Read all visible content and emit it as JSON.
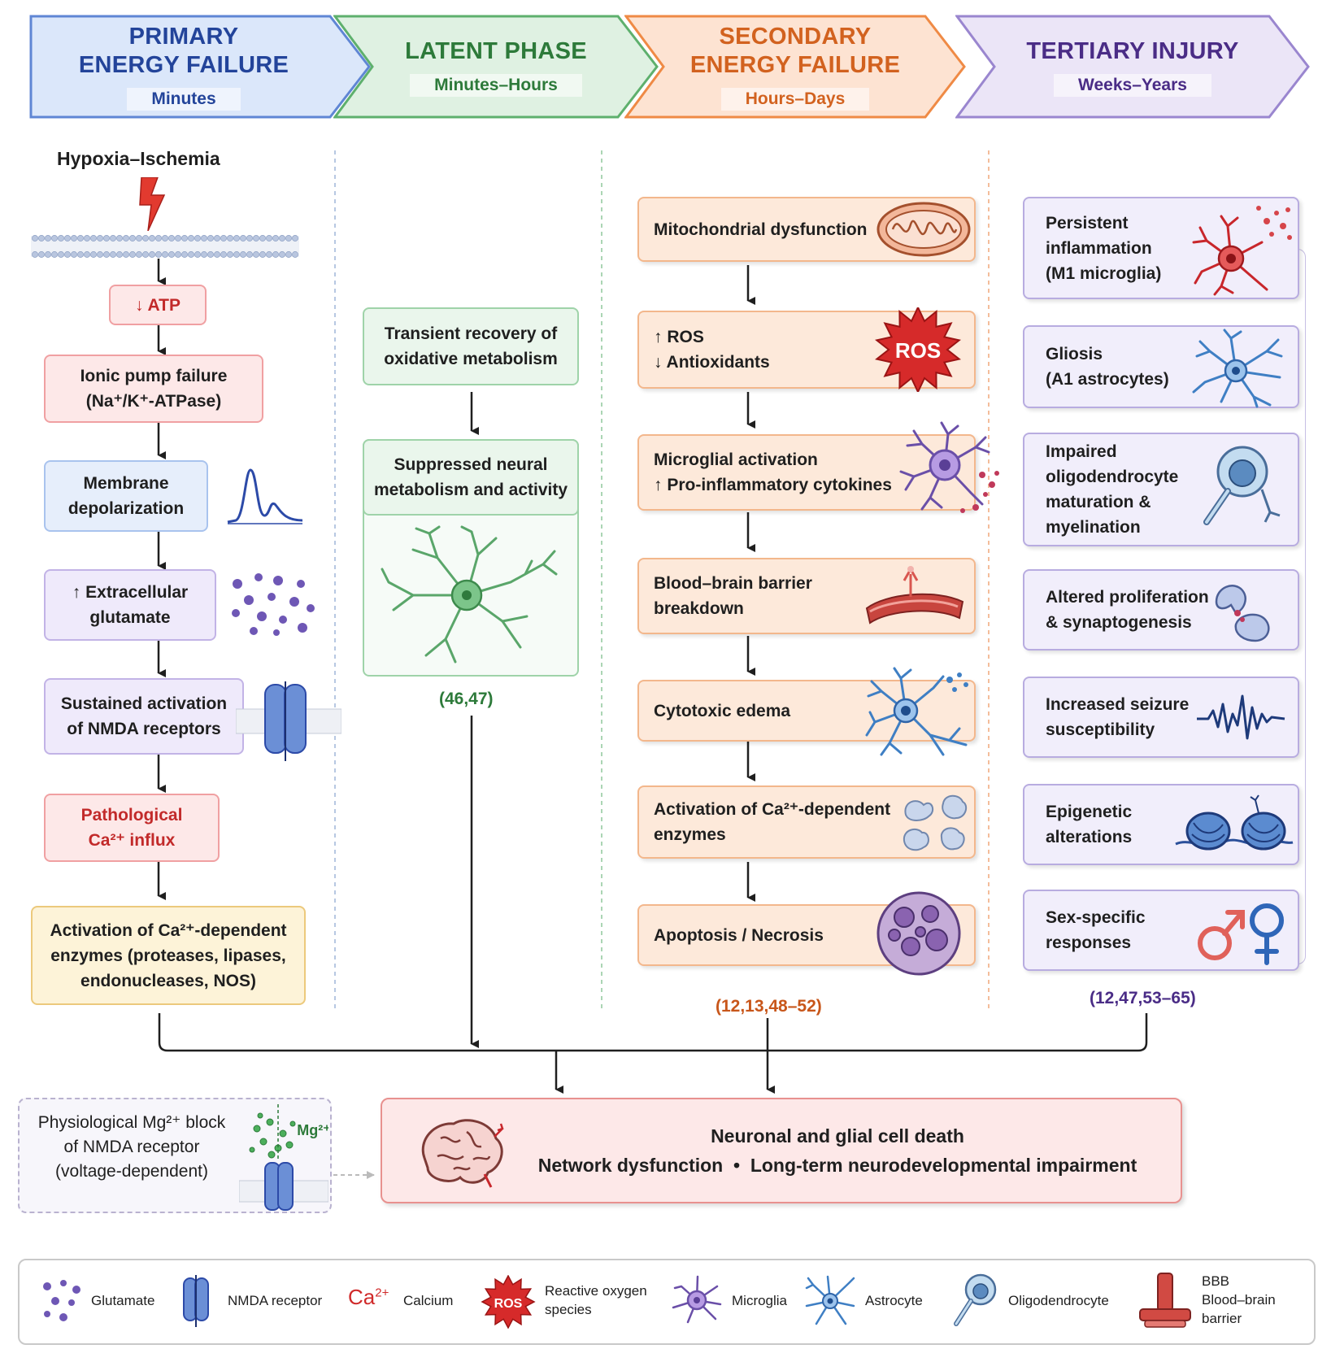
{
  "phases": [
    {
      "title": "PRIMARY\nENERGY FAILURE",
      "time": "Minutes",
      "color": "#23449a"
    },
    {
      "title": "LATENT PHASE",
      "time": "Minutes–Hours",
      "color": "#2d7a3a"
    },
    {
      "title": "SECONDARY\nENERGY FAILURE",
      "time": "Hours–Days",
      "color": "#d2621f"
    },
    {
      "title": "TERTIARY INJURY",
      "time": "Weeks–Years",
      "color": "#4a2c86"
    }
  ],
  "primary": {
    "trigger": "Hypoxia–Ischemia",
    "steps": [
      "↓ ATP",
      "Ionic pump failure\n(Na⁺/K⁺-ATPase)",
      "Membrane\ndepolarization",
      "↑ Extracellular\nglutamate",
      "Sustained activation\nof NMDA receptors",
      "Pathological\nCa²⁺ influx",
      "Activation of Ca²⁺-dependent\nenzymes (proteases, lipases,\nendonucleases, NOS)"
    ]
  },
  "latent": {
    "steps": [
      "Transient recovery of\noxidative metabolism",
      "Suppressed neural\nmetabolism and activity"
    ],
    "refs": "(46,47)"
  },
  "secondary": {
    "steps": [
      "Mitochondrial dysfunction",
      "↑ ROS\n↓ Antioxidants",
      "Microglial activation\n↑ Pro-inflammatory cytokines",
      "Blood–brain barrier\nbreakdown",
      "Cytotoxic edema",
      "Activation of Ca²⁺-dependent\nenzymes",
      "Apoptosis / Necrosis"
    ],
    "ros_badge": "ROS",
    "refs": "(12,13,48–52)"
  },
  "tertiary": {
    "steps": [
      "Persistent\ninflammation\n(M1 microglia)",
      "Gliosis\n(A1 astrocytes)",
      "Impaired\noligodendrocyte\nmaturation &\nmyelination",
      "Altered proliferation\n& synaptogenesis",
      "Increased seizure\nsusceptibility",
      "Epigenetic\nalterations",
      "Sex-specific\nresponses"
    ],
    "refs": "(12,47,53–65)"
  },
  "mg_block": {
    "text": "Physiological Mg²⁺ block\nof NMDA receptor\n(voltage-dependent)",
    "ion_label": "Mg²⁺"
  },
  "outcome": {
    "line1": "Neuronal and glial cell death",
    "line2": "Network dysfunction  •  Long-term neurodevelopmental impairment"
  },
  "legend": {
    "glutamate": "Glutamate",
    "nmda": "NMDA receptor",
    "ca_symbol": "Ca",
    "ca_charge": "2+",
    "calcium": "Calcium",
    "ros_symbol": "ROS",
    "ros": "Reactive oxygen\nspecies",
    "microglia": "Microglia",
    "astrocyte": "Astrocyte",
    "oligodendrocyte": "Oligodendrocyte",
    "bbb": "BBB\nBlood–brain\nbarrier"
  },
  "colors": {
    "red_text": "#c22a2a",
    "green_ref": "#2d7a3a",
    "orange_ref": "#c8561a",
    "purple_ref": "#4a2c86"
  }
}
